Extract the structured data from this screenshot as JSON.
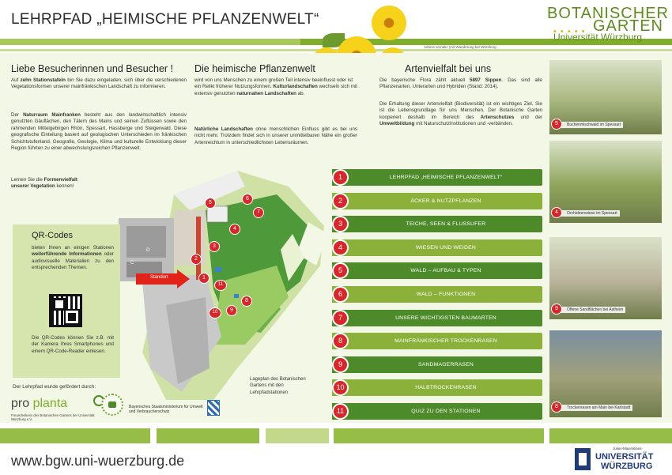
{
  "header": {
    "title": "LEHRPFAD „HEIMISCHE PFLANZENWELT“",
    "photo_credit": "Adonis vernalis (mit Wanderung bei Würzburg",
    "logo": {
      "line1": "BOTANISCHER",
      "line2": "GARTEN",
      "line3": "Universität Würzburg"
    }
  },
  "intro": {
    "heading": "Liebe Besucherinnen und Besucher !",
    "p1_pre": "Auf ",
    "p1_bold": "zehn Stationstafeln",
    "p1_post": " bin Sie dazu eingeladen, sich über die verschiedenen Vegetationsformen unserer mainfränkischen Landschaft zu informieren.",
    "p2_pre": "Der ",
    "p2_bold": "Naturraum Mainfranken",
    "p2_post": " besteht aus den landwirtschaftlich intensiv genutzten Gäuflächen, den Tälern des Mains und seinen Zuflüssen sowie den rahmenden Mittelgebirgen Rhön, Spessart, Hassberge und Steigerwald. Diese geografische Einteilung basiert auf geologischen Unterschieden im fränkischen Schichtstufenland. Geografie, Geologie, Klima und kulturelle Entwicklung dieser Region führten zu einer abwechslungsreichen Pflanzenwelt.",
    "p3_pre": "Lernen Sie die ",
    "p3_bold1": "Formenvielfalt",
    "p3_bold2": "unserer Vegetation",
    "p3_post": " kennen!"
  },
  "plantworld": {
    "heading": "Die heimische Pflanzenwelt",
    "p1_pre": "wird von uns Menschen zu einem großen Teil intensiv beeinflusst oder ist ein Relikt früherer Nutzungsformen. ",
    "p1_bold": "Kulturlandschaften",
    "p1_mid": " wechseln sich mit extensiv genutzten ",
    "p1_bold2": "naturnahen Landschaften",
    "p1_post": " ab.",
    "p2_bold": "Natürliche Landschaften",
    "p2_post": " ohne menschlichen Einfluss gibt es bei uns nicht mehr. Trotzdem findet sich in unserer unmittelbaren Nähe ein großer Artenreichtum in unterschiedlichsten Lebensräumen."
  },
  "diversity": {
    "heading": "Artenvielfalt bei uns",
    "p1_pre": "Die bayerische Flora zählt aktuell ",
    "p1_bold": "5897 Sippen",
    "p1_post": ". Das sind alle Pflanzenarten, Unterarten und Hybriden (Stand: 2014).",
    "p2_pre": "Die Erhaltung dieser Artenvielfalt (Biodiversität) ist ein wichtiges Ziel. Sie ist die Lebensgrundlage für uns Menschen. Der Botanische Garten kooperiert deshalb im Bereich des ",
    "p2_bold": "Artenschutzes",
    "p2_mid": " und der ",
    "p2_bold2": "Umweltbildung",
    "p2_post": " mit Naturschutzinstitutionen und -verbänden."
  },
  "qr": {
    "title": "QR-Codes",
    "p1_pre": "bieten Ihnen an einigen Stationen ",
    "p1_bold": "weiterführende Informationen",
    "p1_post": " oder audiovisuelle Materialien zu den entsprechenden Themen.",
    "p2": "Die QR-Codes können Sie z.B. mit der Kamera Ihres Smartphones und einem QR-Code-Reader einlesen."
  },
  "map": {
    "standort_label": "Standort",
    "caption": "Lageplan des Botanischen Gartens mit den Lehrpfadstationen",
    "markers": [
      "1",
      "2",
      "3",
      "4",
      "5",
      "6",
      "7",
      "8",
      "9",
      "10",
      "11"
    ]
  },
  "stations": [
    {
      "num": "1",
      "label": "LEHRPFAD „HEIMISCHE PFLANZENWELT“"
    },
    {
      "num": "2",
      "label": "ÄCKER & NUTZPFLANZEN"
    },
    {
      "num": "3",
      "label": "TEICHE, SEEN & FLUSSUFER"
    },
    {
      "num": "4",
      "label": "WIESEN UND WEIDEN"
    },
    {
      "num": "5",
      "label": "WALD – AUFBAU & TYPEN"
    },
    {
      "num": "6",
      "label": "WALD – FUNKTIONEN"
    },
    {
      "num": "7",
      "label": "UNSERE WICHTIGSTEN BAUMARTEN"
    },
    {
      "num": "8",
      "label": "MAINFRÄNKISCHER TROCKENRASEN"
    },
    {
      "num": "9",
      "label": "SANDMAGERRASEN"
    },
    {
      "num": "10",
      "label": "HALBTROCKENRASEN"
    },
    {
      "num": "11",
      "label": "QUIZ ZU DEN STATIONEN"
    }
  ],
  "photos": [
    {
      "num": "5",
      "caption": "Buchenmischwald im Spessart",
      "color": "#a9b77f"
    },
    {
      "num": "4",
      "caption": "Orchideenwiese im Spessart",
      "color": "#8fa45a"
    },
    {
      "num": "9",
      "caption": "Offene Sandflächen bei Astheim",
      "color": "#b9b29a"
    },
    {
      "num": "8",
      "caption": "Trockenrasen am Main bei Karlstadt",
      "color": "#a1a07a"
    }
  ],
  "sponsors": {
    "funded_by": "Der Lehrpfad wurde gefördert durch:",
    "proplanta_a": "pro",
    "proplanta_b": "planta",
    "proplanta_sub": "Freundeskreis des Botanischen Gartens der Universität Würzburg e.V.",
    "ministry": "Bayerisches Staatsministerium für Umwelt und Verbraucherschutz"
  },
  "footer": {
    "url": "www.bgw.uni-wuerzburg.de",
    "uni_small": "Julius-Maximilians-",
    "uni_line1": "UNIVERSITÄT",
    "uni_line2": "WÜRZBURG"
  },
  "colors": {
    "station_dark": "#4d8a2a",
    "station_light": "#8bb13a",
    "marker_red": "#d8262b"
  }
}
